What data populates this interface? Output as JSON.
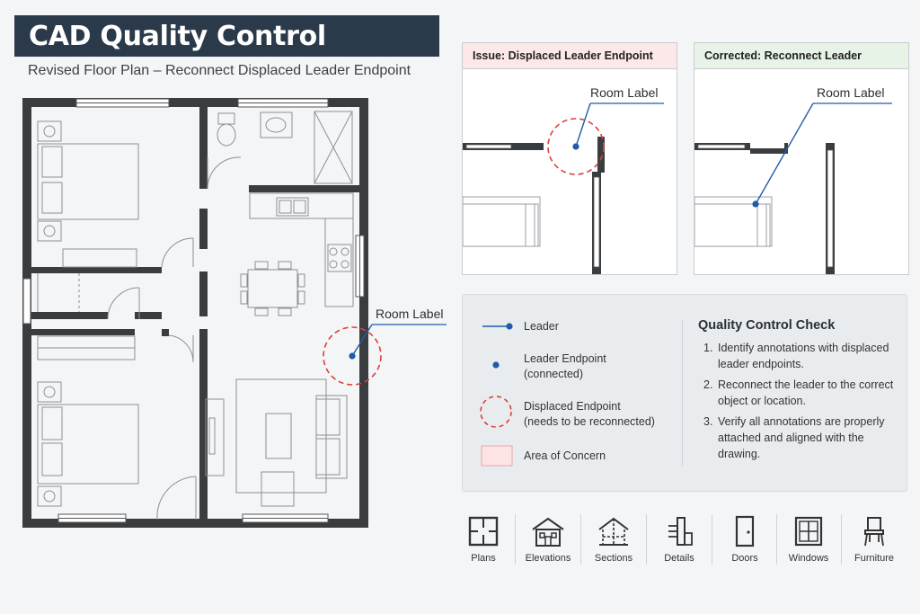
{
  "header": {
    "title": "CAD Quality Control",
    "subtitle": "Revised Floor Plan – Reconnect Displaced Leader Endpoint"
  },
  "floor_plan": {
    "annotation_label": "Room Label"
  },
  "issue_panel": {
    "title": "Issue: Displaced Leader Endpoint",
    "annotation_label": "Room Label",
    "header_color": "#fce8e8"
  },
  "corrected_panel": {
    "title": "Corrected: Reconnect Leader",
    "annotation_label": "Room Label",
    "header_color": "#e6f3e6"
  },
  "legend": {
    "items": [
      {
        "label": "Leader",
        "note": ""
      },
      {
        "label": "Leader Endpoint",
        "note": "(connected)"
      },
      {
        "label": "Displaced Endpoint",
        "note": "(needs to be reconnected)"
      },
      {
        "label": "Area of Concern",
        "note": ""
      }
    ]
  },
  "qc_check": {
    "title": "Quality Control Check",
    "steps": [
      {
        "num": "1.",
        "text": "Identify annotations with displaced leader endpoints."
      },
      {
        "num": "2.",
        "text": "Reconnect the leader to the correct object or location."
      },
      {
        "num": "3.",
        "text": "Verify all annotations are properly attached and aligned with the drawing."
      }
    ]
  },
  "categories": [
    {
      "label": "Plans",
      "icon": "plans-icon"
    },
    {
      "label": "Elevations",
      "icon": "elevations-icon"
    },
    {
      "label": "Sections",
      "icon": "sections-icon"
    },
    {
      "label": "Details",
      "icon": "details-icon"
    },
    {
      "label": "Doors",
      "icon": "doors-icon"
    },
    {
      "label": "Windows",
      "icon": "windows-icon"
    },
    {
      "label": "Furniture",
      "icon": "furniture-icon"
    }
  ],
  "colors": {
    "title_bar": "#2b3a4a",
    "wall": "#3a3d40",
    "leader": "#1f5ca8",
    "displaced_ring": "#d9413c",
    "concern_fill": "#fde3e3"
  }
}
